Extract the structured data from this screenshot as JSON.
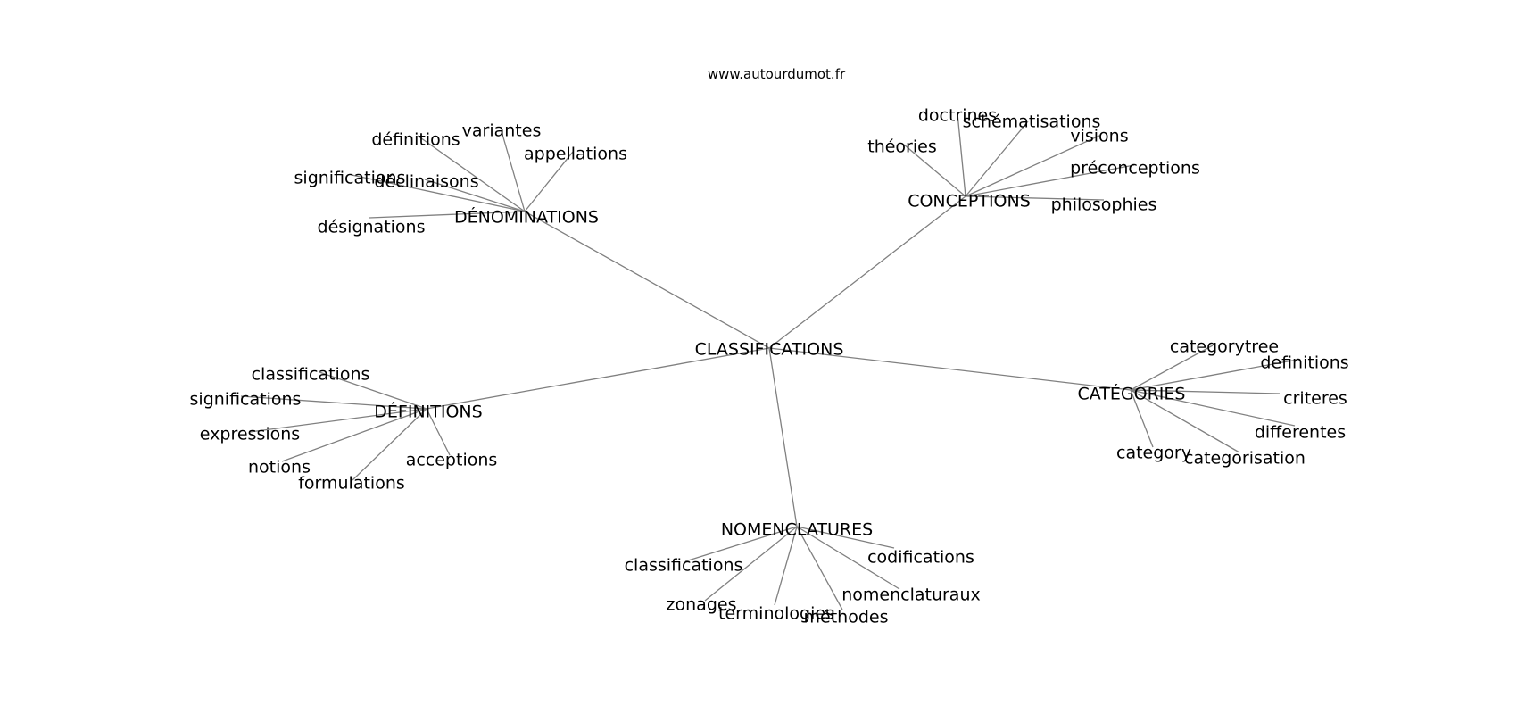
{
  "site_label": "www.autourdumot.fr",
  "graph": {
    "center": "CLASSIFICATIONS",
    "hubs": [
      {
        "id": "denominations",
        "label": "DÉNOMINATIONS",
        "leaves": [
          "variantes",
          "définitions",
          "appellations",
          "significations",
          "déclinaisons",
          "désignations"
        ]
      },
      {
        "id": "conceptions",
        "label": "CONCEPTIONS",
        "leaves": [
          "doctrines",
          "schématisations",
          "théories",
          "visions",
          "préconceptions",
          "philosophies"
        ]
      },
      {
        "id": "definitions",
        "label": "DÉFINITIONS",
        "leaves": [
          "classifications",
          "significations",
          "expressions",
          "notions",
          "formulations",
          "acceptions"
        ]
      },
      {
        "id": "categories",
        "label": "CATÉGORIES",
        "leaves": [
          "categorytree",
          "definitions",
          "criteres",
          "differentes",
          "category",
          "categorisation"
        ]
      },
      {
        "id": "nomenclatures",
        "label": "NOMENCLATURES",
        "leaves": [
          "classifications",
          "codifications",
          "nomenclaturaux",
          "zonages",
          "terminologies",
          "méthodes"
        ]
      }
    ]
  }
}
